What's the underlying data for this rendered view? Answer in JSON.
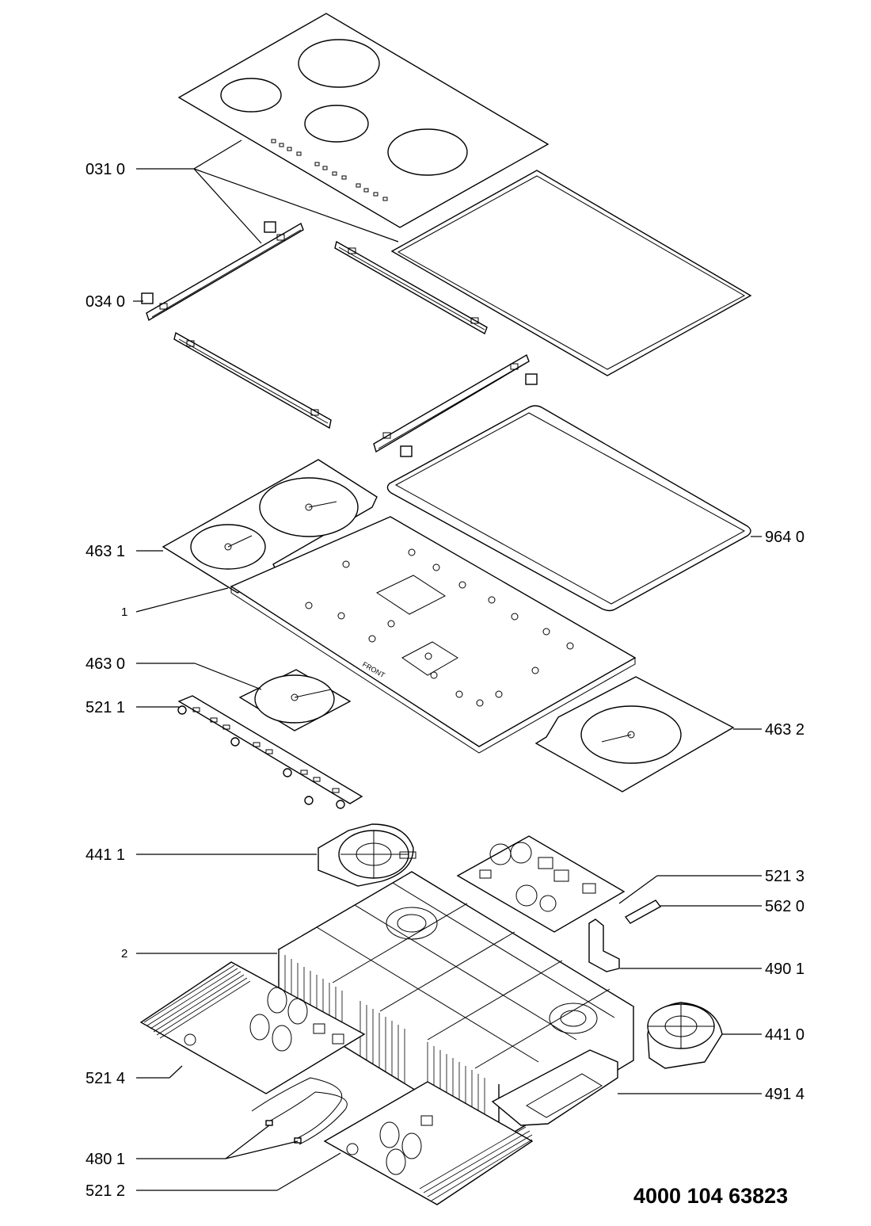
{
  "labels": {
    "l0310": "031 0",
    "l0340": "034 0",
    "l9640": "964 0",
    "l4631": "463 1",
    "l1": "1",
    "l4630": "463 0",
    "l5211": "521 1",
    "l4632": "463 2",
    "l4411": "441 1",
    "l5213": "521 3",
    "l5620": "562 0",
    "l2": "2",
    "l4901": "490 1",
    "l4410": "441 0",
    "l5214": "521 4",
    "l4914": "491 4",
    "l4801": "480 1",
    "l5212": "521 2"
  },
  "part_text": {
    "front_marking": "FRONT"
  },
  "document_number": "4000 104 63823"
}
